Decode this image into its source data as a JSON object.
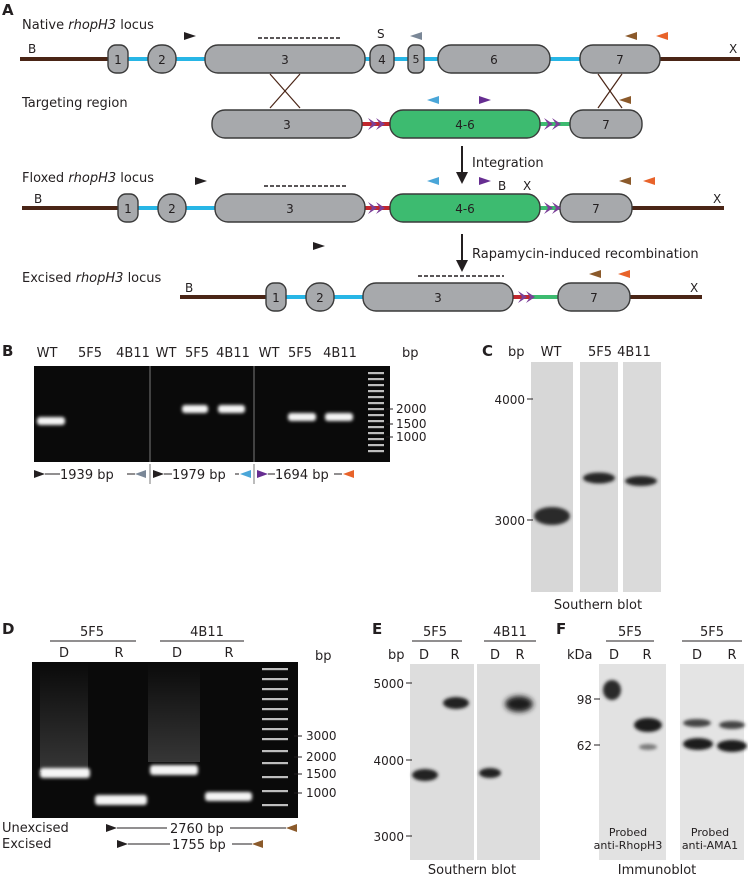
{
  "colors": {
    "backbone": "#4a2516",
    "intron": "#27b6e6",
    "exon_fill": "#a7a9ac",
    "exon_stroke": "#3a3a3a",
    "green_exon": "#3dbb70",
    "red_junction": "#c1272d",
    "loxp": "#7b3f98",
    "primer_black": "#231f20",
    "primer_grey": "#7a8797",
    "primer_blue": "#4aa6d8",
    "primer_purple": "#662d91",
    "primer_brown": "#8b5a2b",
    "primer_orange": "#e8632a",
    "gel_bg": "#0a0a0a",
    "band": "#f5f5f5"
  },
  "panel_letters": {
    "a": "A",
    "b": "B",
    "c": "C",
    "d": "D",
    "e": "E",
    "f": "F"
  },
  "panelA": {
    "rows": {
      "native": {
        "prefix": "Native ",
        "gene": "rhopH3",
        "suffix": " locus"
      },
      "targeting": "Targeting region",
      "floxed": {
        "prefix": "Floxed ",
        "gene": "rhopH3",
        "suffix": " locus"
      },
      "excised": {
        "prefix": "Excised ",
        "gene": "rhopH3",
        "suffix": " locus"
      }
    },
    "steps": {
      "integration": "Integration",
      "recombination": "Rapamycin-induced recombination"
    },
    "sites": {
      "b": "B",
      "x": "X",
      "s": "S"
    },
    "exons": {
      "e1": "1",
      "e2": "2",
      "e3": "3",
      "e4": "4",
      "e5": "5",
      "e6": "6",
      "e7": "7",
      "e46": "4-6"
    }
  },
  "panelB": {
    "lanes": [
      "WT",
      "5F5",
      "4B11",
      "WT",
      "5F5",
      "4B11",
      "WT",
      "5F5",
      "4B11"
    ],
    "bp_unit": "bp",
    "markers": [
      "2000",
      "1500",
      "1000"
    ],
    "products": [
      "1939 bp",
      "1979 bp",
      "1694 bp"
    ]
  },
  "panelC": {
    "unit": "bp",
    "lanes": [
      "WT",
      "5F5",
      "4B11"
    ],
    "markers": [
      "4000",
      "3000"
    ],
    "caption": "Southern blot"
  },
  "panelD": {
    "clones": [
      "5F5",
      "4B11"
    ],
    "lanes": [
      "D",
      "R",
      "D",
      "R"
    ],
    "bp_unit": "bp",
    "markers": [
      "3000",
      "2000",
      "1500",
      "1000"
    ],
    "unexcised_label": "Unexcised",
    "excised_label": "Excised",
    "unexcised_size": "2760 bp",
    "excised_size": "1755 bp"
  },
  "panelE": {
    "clones": [
      "5F5",
      "4B11"
    ],
    "unit": "bp",
    "lanes": [
      "D",
      "R",
      "D",
      "R"
    ],
    "markers": [
      "5000",
      "4000",
      "3000"
    ],
    "caption": "Southern blot"
  },
  "panelF": {
    "unit": "kDa",
    "clones": [
      "5F5",
      "5F5"
    ],
    "lanes": [
      "D",
      "R",
      "D",
      "R"
    ],
    "markers": [
      "98",
      "62"
    ],
    "probe1": [
      "Probed",
      "anti-RhopH3"
    ],
    "probe2": [
      "Probed",
      "anti-AMA1"
    ],
    "caption": "Immunoblot"
  }
}
